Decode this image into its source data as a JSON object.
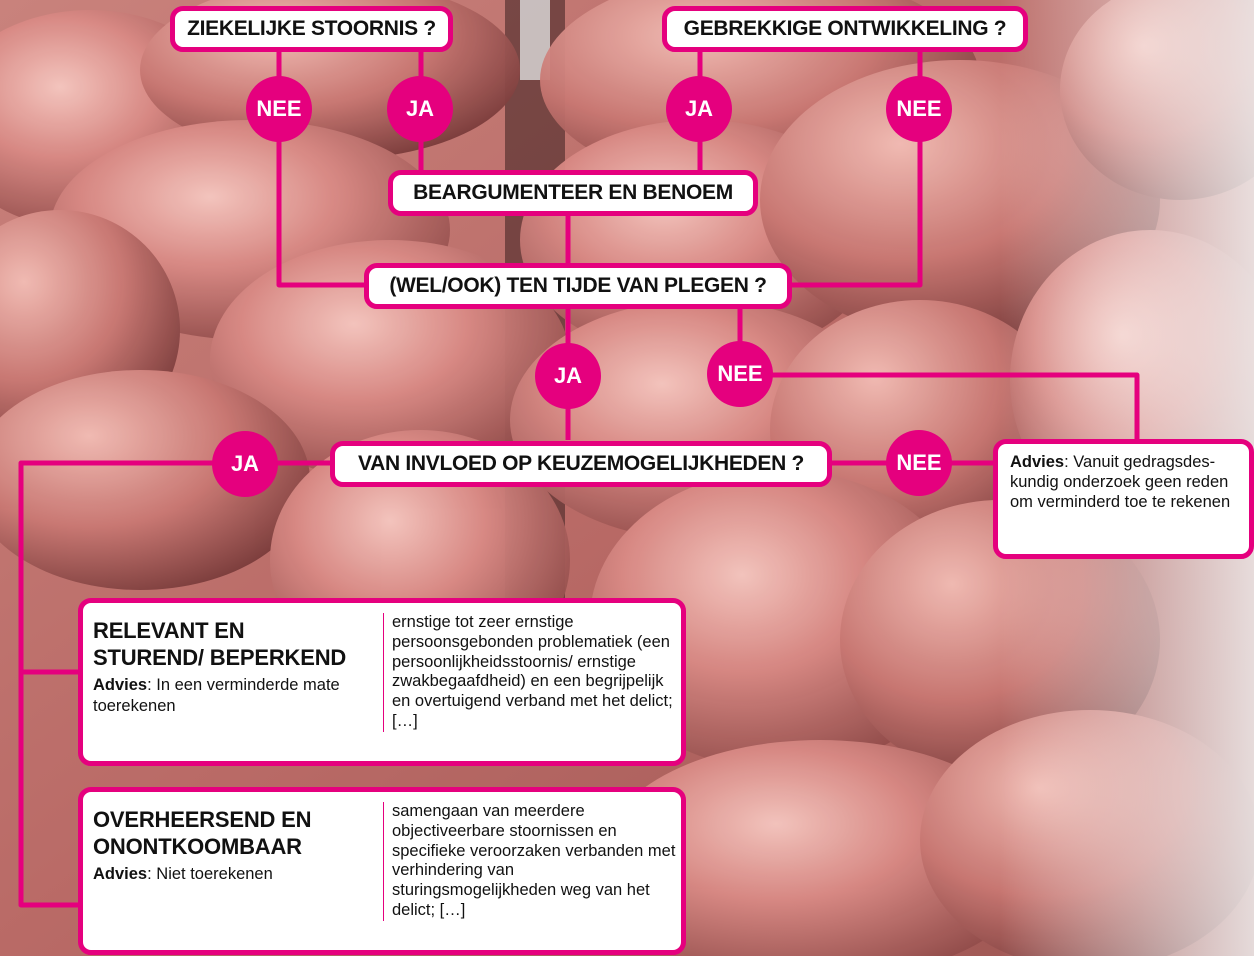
{
  "colors": {
    "accent": "#e5007e",
    "box_bg": "#ffffff",
    "text": "#111111"
  },
  "nodes": {
    "ziekelijke": "ZIEKELIJKE STOORNIS ?",
    "gebrekkige": "GEBREKKIGE ONTWIKKELING ?",
    "beargumenteer": "BEARGUMENTEER EN BENOEM",
    "ten_tijde": "(WEL/OOK) TEN TIJDE VAN PLEGEN ?",
    "van_invloed": "VAN INVLOED OP KEUZEMOGELIJKHEDEN ?"
  },
  "answers": {
    "ja": "JA",
    "nee": "NEE"
  },
  "advice_nee": {
    "label": "Advies",
    "text": ": Vanuit gedragsdes-kundig onderzoek geen reden om verminderd toe te rekenen"
  },
  "outcomes": [
    {
      "title_line1": "RELEVANT EN",
      "title_line2": "STUREND/ BEPERKEND",
      "advice_label": "Advies",
      "advice_text": ": In een verminderde mate toerekenen",
      "description": "ernstige tot zeer ernstige persoonsgebonden problematiek (een persoonlijkheidsstoornis/ ernstige zwakbegaafdheid) en een begrijpelijk en overtuigend verband met het delict; […]"
    },
    {
      "title_line1": "OVERHEERSEND EN",
      "title_line2": "ONONTKOOMBAAR",
      "advice_label": "Advies",
      "advice_text": ": Niet toerekenen",
      "description": "samengaan van meerdere objectiveerbare stoornissen en specifieke veroorzaken verbanden met verhindering van sturingsmogelijkheden weg van het delict; […]"
    }
  ]
}
